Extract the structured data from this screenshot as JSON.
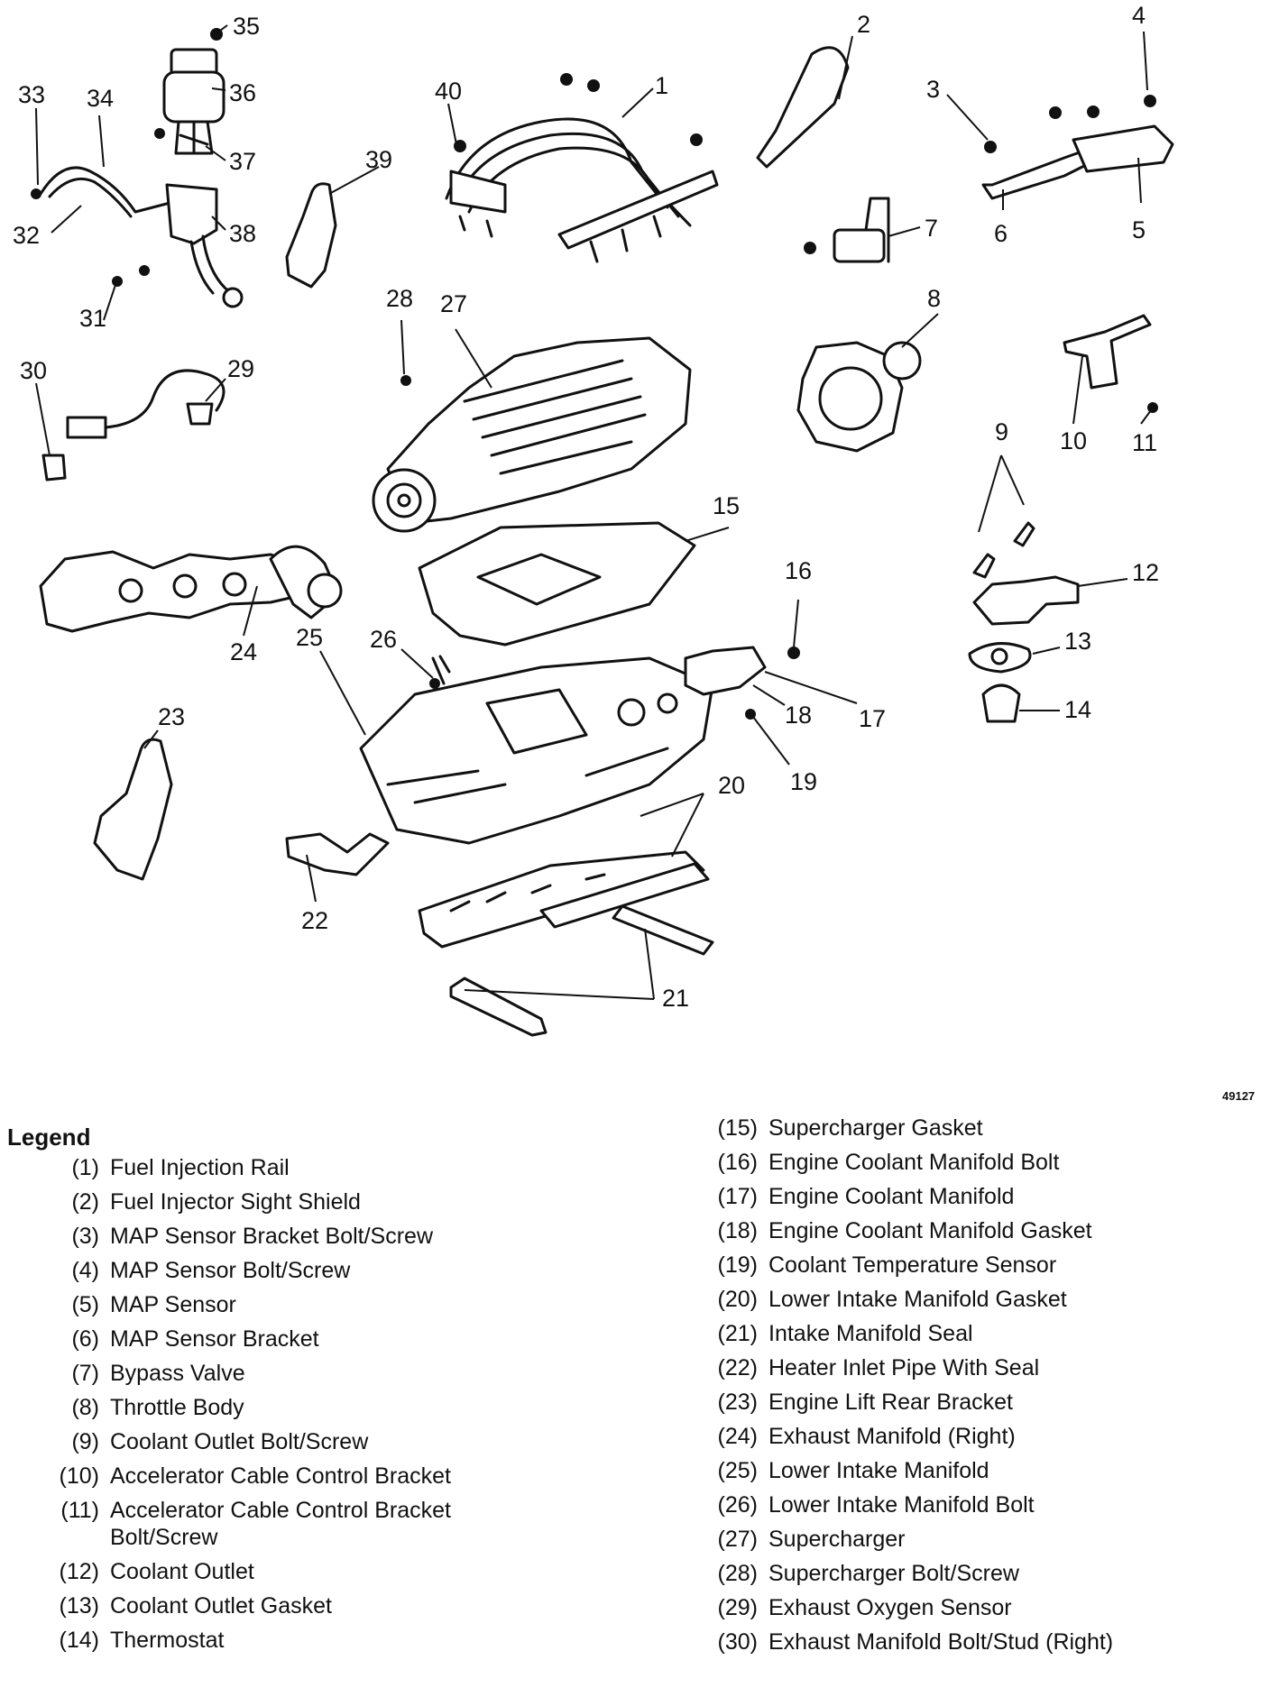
{
  "figure_id": "49127",
  "callouts": [
    "1",
    "2",
    "3",
    "4",
    "5",
    "6",
    "7",
    "8",
    "9",
    "10",
    "11",
    "12",
    "13",
    "14",
    "15",
    "16",
    "17",
    "18",
    "19",
    "20",
    "21",
    "22",
    "23",
    "24",
    "25",
    "26",
    "27",
    "28",
    "29",
    "30",
    "31",
    "32",
    "33",
    "34",
    "35",
    "36",
    "37",
    "38",
    "39",
    "40"
  ],
  "legend": {
    "title": "Legend",
    "left": [
      {
        "num": "(1)",
        "label": "Fuel Injection Rail"
      },
      {
        "num": "(2)",
        "label": "Fuel Injector Sight Shield"
      },
      {
        "num": "(3)",
        "label": "MAP Sensor Bracket Bolt/Screw"
      },
      {
        "num": "(4)",
        "label": "MAP Sensor Bolt/Screw"
      },
      {
        "num": "(5)",
        "label": "MAP Sensor"
      },
      {
        "num": "(6)",
        "label": "MAP Sensor Bracket"
      },
      {
        "num": "(7)",
        "label": "Bypass Valve"
      },
      {
        "num": "(8)",
        "label": "Throttle Body"
      },
      {
        "num": "(9)",
        "label": "Coolant Outlet Bolt/Screw"
      },
      {
        "num": "(10)",
        "label": "Accelerator Cable Control Bracket"
      },
      {
        "num": "(11)",
        "label": "Accelerator Cable Control Bracket Bolt/Screw"
      },
      {
        "num": "(12)",
        "label": "Coolant Outlet"
      },
      {
        "num": "(13)",
        "label": "Coolant Outlet Gasket"
      },
      {
        "num": "(14)",
        "label": "Thermostat"
      }
    ],
    "right": [
      {
        "num": "(15)",
        "label": "Supercharger Gasket"
      },
      {
        "num": "(16)",
        "label": "Engine Coolant Manifold Bolt"
      },
      {
        "num": "(17)",
        "label": "Engine Coolant Manifold"
      },
      {
        "num": "(18)",
        "label": "Engine Coolant Manifold Gasket"
      },
      {
        "num": "(19)",
        "label": "Coolant Temperature Sensor"
      },
      {
        "num": "(20)",
        "label": "Lower Intake Manifold Gasket"
      },
      {
        "num": "(21)",
        "label": "Intake Manifold Seal"
      },
      {
        "num": "(22)",
        "label": "Heater Inlet Pipe With Seal"
      },
      {
        "num": "(23)",
        "label": "Engine Lift Rear Bracket"
      },
      {
        "num": "(24)",
        "label": "Exhaust Manifold (Right)"
      },
      {
        "num": "(25)",
        "label": "Lower Intake Manifold"
      },
      {
        "num": "(26)",
        "label": "Lower Intake Manifold Bolt"
      },
      {
        "num": "(27)",
        "label": "Supercharger"
      },
      {
        "num": "(28)",
        "label": "Supercharger Bolt/Screw"
      },
      {
        "num": "(29)",
        "label": "Exhaust Oxygen Sensor"
      },
      {
        "num": "(30)",
        "label": "Exhaust Manifold Bolt/Stud (Right)"
      }
    ]
  }
}
